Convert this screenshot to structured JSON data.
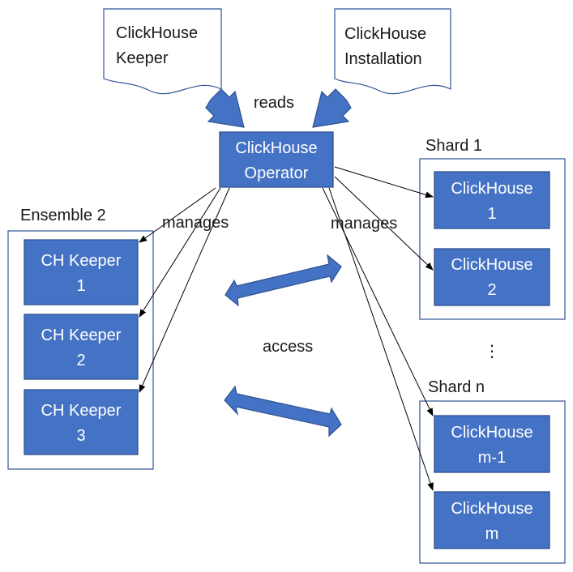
{
  "docs": {
    "keeper": [
      "ClickHouse",
      "Keeper"
    ],
    "installation": [
      "ClickHouse",
      "Installation"
    ]
  },
  "operator": [
    "ClickHouse",
    "Operator"
  ],
  "labels": {
    "reads": "reads",
    "manages_left": "manages",
    "manages_right": "manages",
    "access": "access",
    "ellipsis": "⋮"
  },
  "ensemble": {
    "title": "Ensemble 2",
    "nodes": [
      [
        "CH Keeper",
        "1"
      ],
      [
        "CH Keeper",
        "2"
      ],
      [
        "CH Keeper",
        "3"
      ]
    ]
  },
  "shard1": {
    "title": "Shard 1",
    "nodes": [
      [
        "ClickHouse",
        "1"
      ],
      [
        "ClickHouse",
        "2"
      ]
    ]
  },
  "shardn": {
    "title": "Shard n",
    "nodes": [
      [
        "ClickHouse",
        "m-1"
      ],
      [
        "ClickHouse",
        "m"
      ]
    ]
  },
  "colors": {
    "box_fill": "#4472c4",
    "box_border": "#2f528f",
    "frame_border": "#2f5597"
  }
}
